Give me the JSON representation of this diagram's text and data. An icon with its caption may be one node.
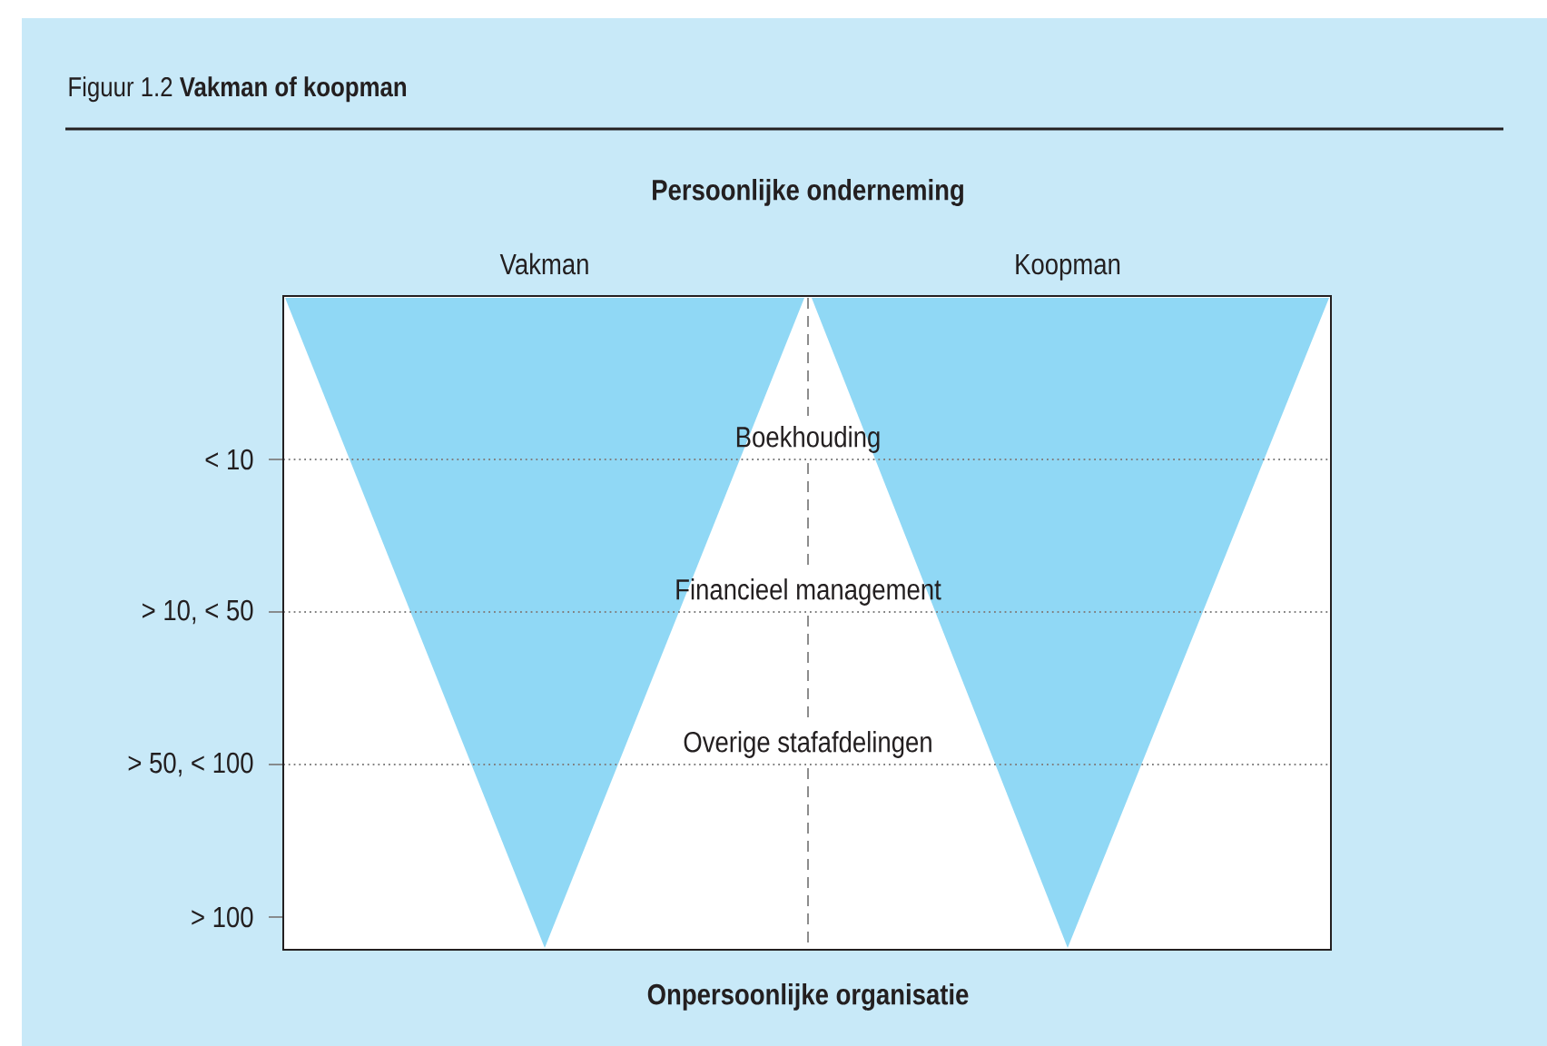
{
  "diagram": {
    "title": "Figuur 1.2  **Vakman of koopman**",
    "nodes": [
      {
        "text": [],
        "shape": "triangle"
      },
      {
        "text": [],
        "shape": "triangle"
      }
    ],
    "labels": [
      "Persoonlijke onderneming",
      "Vakman",
      "Koopman",
      "< 10",
      "Boekhouding",
      "> 10, < 50",
      "Financieel management",
      "> 50, < 100",
      "Overige stafafdelingen",
      "> 100",
      "Onpersoonlijke organisatie"
    ]
  }
}
